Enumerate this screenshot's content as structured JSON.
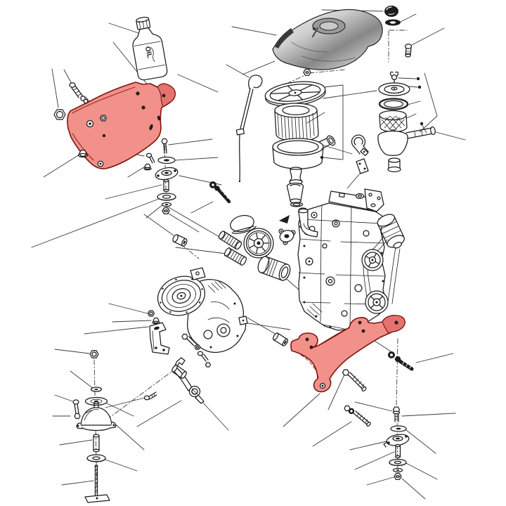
{
  "diagram": {
    "description": "Exploded parts diagram of an engine with air cleaner, gearbox and engine mountings; two mounting brackets highlighted in red",
    "background_color": "#ffffff",
    "line_color": "#1c1c1c",
    "leader_color": "#3a3a3a",
    "highlight": {
      "fill": "#f2908a",
      "stroke": "#7e1511",
      "shade": "#e4736f"
    }
  },
  "labels": {
    "oil_bottle": "OIL"
  },
  "highlighted_part_ids": [
    "front-bracket",
    "rear-bracket"
  ],
  "parts": [
    {
      "id": "oil-bottle",
      "name": "Engine oil bottle"
    },
    {
      "id": "heat-shield",
      "name": "Heat shield panel"
    },
    {
      "id": "cap-nut",
      "name": "Dome cap nut"
    },
    {
      "id": "cap-nut-washer",
      "name": "Plain washer"
    },
    {
      "id": "fitting-bolt",
      "name": "Small fixing bolt"
    },
    {
      "id": "front-bracket",
      "name": "Engine mounting bracket - front (highlighted)"
    },
    {
      "id": "front-bracket-fasteners",
      "name": "Bracket bolts and nuts"
    },
    {
      "id": "front-mount-stack",
      "name": "Mounting pad, spacer and washers"
    },
    {
      "id": "dipstick",
      "name": "Oil dipstick"
    },
    {
      "id": "air-cleaner-main",
      "name": "Air cleaner assembly"
    },
    {
      "id": "air-cleaner-alt",
      "name": "Air cleaner - alternative type"
    },
    {
      "id": "hose-clamp",
      "name": "Hose clamp"
    },
    {
      "id": "mounting-strap",
      "name": "Mounting strap plate"
    },
    {
      "id": "engine",
      "name": "Engine assembly"
    },
    {
      "id": "intake-elbow",
      "name": "Intake funnel and elbow"
    },
    {
      "id": "thermostat-flange",
      "name": "Flanged housing"
    },
    {
      "id": "pointer-arrow",
      "name": "Pointer arrow"
    },
    {
      "id": "water-pump-group",
      "name": "Water pump, hoses, fan pulley and oil filter"
    },
    {
      "id": "gearbox-group",
      "name": "Gearbox with clutch housing, bracket, lever and pin"
    },
    {
      "id": "bottom-left-mount",
      "name": "Engine mounting - dome buffer stack"
    },
    {
      "id": "rear-bracket",
      "name": "Engine mounting bracket - rear (highlighted)"
    },
    {
      "id": "rear-bracket-bolts",
      "name": "Bracket fixing bolts and pin"
    },
    {
      "id": "bottom-right-mount",
      "name": "Engine mounting - pad and fixing stack"
    },
    {
      "id": "leader-lines",
      "name": "Callout leader lines"
    }
  ]
}
